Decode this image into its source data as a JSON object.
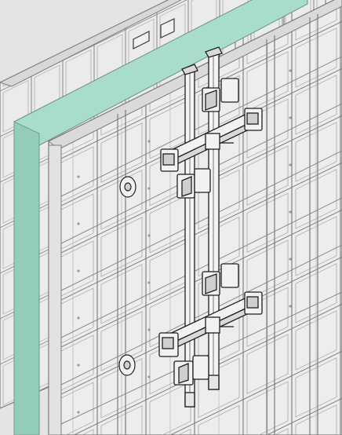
{
  "drawing": {
    "colors": {
      "background": "#e4e4e4",
      "panel_face": "#ebebeb",
      "panel_edge": "#d8d8d8",
      "line": "#7a7a7a",
      "light_line": "#9c9c9c",
      "filler_strip": "#a8dccb",
      "hardware": "#1e1e1e",
      "hardware_fill": "#f2f2f2"
    },
    "icons": [
      "formwork-panel-rear",
      "formwork-panel-front",
      "filler-strip",
      "vertical-waler",
      "alignment-clamp",
      "wedge-clamp",
      "tie-nut"
    ]
  }
}
